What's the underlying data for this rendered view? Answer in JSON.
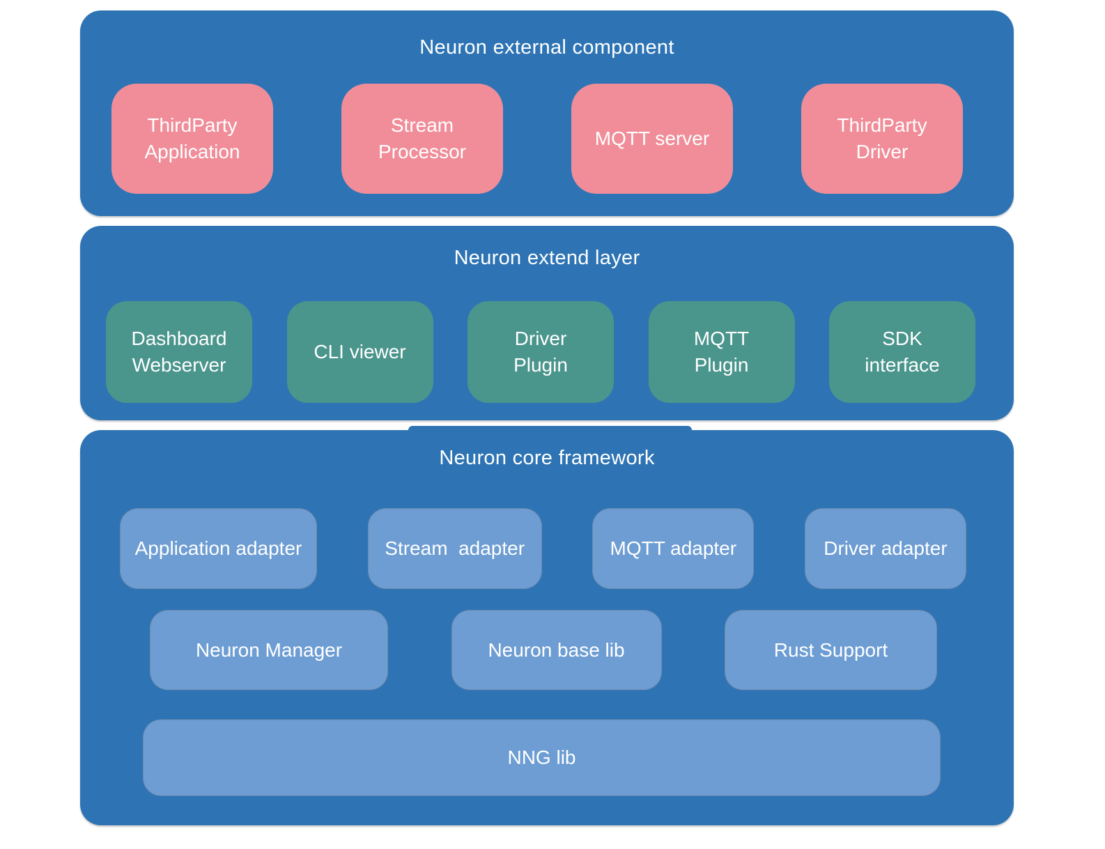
{
  "colors": {
    "page-bg": "#ffffff",
    "layer-bg": "#2e74b4",
    "external-box-bg": "#f08d99",
    "extend-box-bg": "#4a958c",
    "core-box-bg": "#6d9dd3",
    "text": "#ffffff"
  },
  "layers": [
    {
      "title": "Neuron external component",
      "boxes": [
        {
          "label": "ThirdParty\nApplication"
        },
        {
          "label": "Stream\nProcessor"
        },
        {
          "label": "MQTT server"
        },
        {
          "label": "ThirdParty\nDriver"
        }
      ]
    },
    {
      "title": "Neuron extend layer",
      "boxes": [
        {
          "label": "Dashboard\nWebserver"
        },
        {
          "label": "CLI viewer"
        },
        {
          "label": "Driver\nPlugin"
        },
        {
          "label": "MQTT\nPlugin"
        },
        {
          "label": "SDK\ninterface"
        }
      ]
    },
    {
      "title": "Neuron core framework",
      "rows": [
        {
          "boxes": [
            {
              "label": "Application adapter"
            },
            {
              "label": "Stream  adapter"
            },
            {
              "label": "MQTT adapter"
            },
            {
              "label": "Driver adapter"
            }
          ]
        },
        {
          "boxes": [
            {
              "label": "Neuron Manager"
            },
            {
              "label": "Neuron base lib"
            },
            {
              "label": "Rust Support"
            }
          ]
        },
        {
          "boxes": [
            {
              "label": "NNG lib"
            }
          ]
        }
      ]
    }
  ]
}
